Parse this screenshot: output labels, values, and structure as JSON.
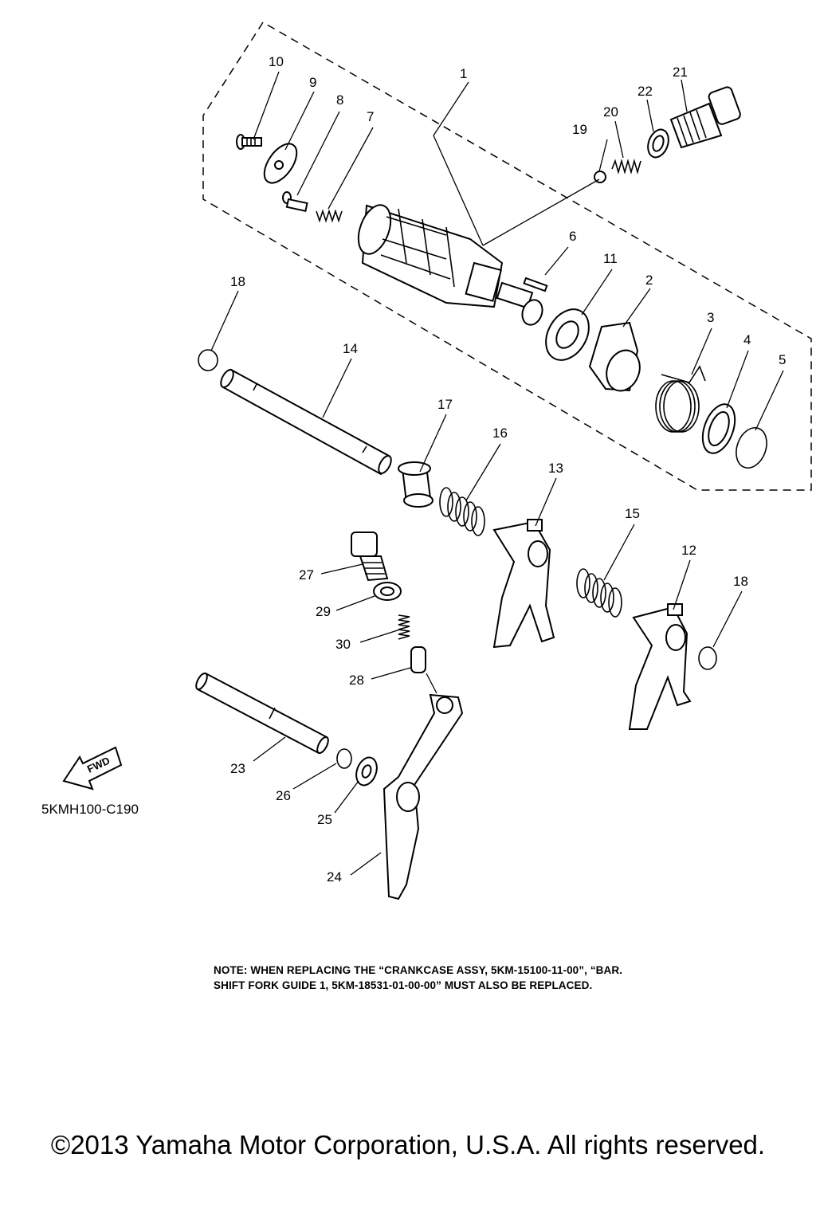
{
  "diagram": {
    "figure_code": "5KMH100-C190",
    "fwd_label": "FWD",
    "callouts": {
      "c1": "1",
      "c2": "2",
      "c3": "3",
      "c4": "4",
      "c5": "5",
      "c6": "6",
      "c7": "7",
      "c8": "8",
      "c9": "9",
      "c10": "10",
      "c11": "11",
      "c12": "12",
      "c13": "13",
      "c14": "14",
      "c15": "15",
      "c16": "16",
      "c17": "17",
      "c18a": "18",
      "c18b": "18",
      "c19": "19",
      "c20": "20",
      "c21": "21",
      "c22": "22",
      "c23": "23",
      "c24": "24",
      "c25": "25",
      "c26": "26",
      "c27": "27",
      "c28": "28",
      "c29": "29",
      "c30": "30"
    }
  },
  "note": {
    "line1": "NOTE: WHEN REPLACING THE “CRANKCASE ASSY, 5KM-15100-11-00”, “BAR.",
    "line2": "SHIFT FORK GUIDE 1, 5KM-18531-01-00-00” MUST ALSO BE REPLACED."
  },
  "copyright": "©2013 Yamaha Motor Corporation, U.S.A. All rights reserved."
}
